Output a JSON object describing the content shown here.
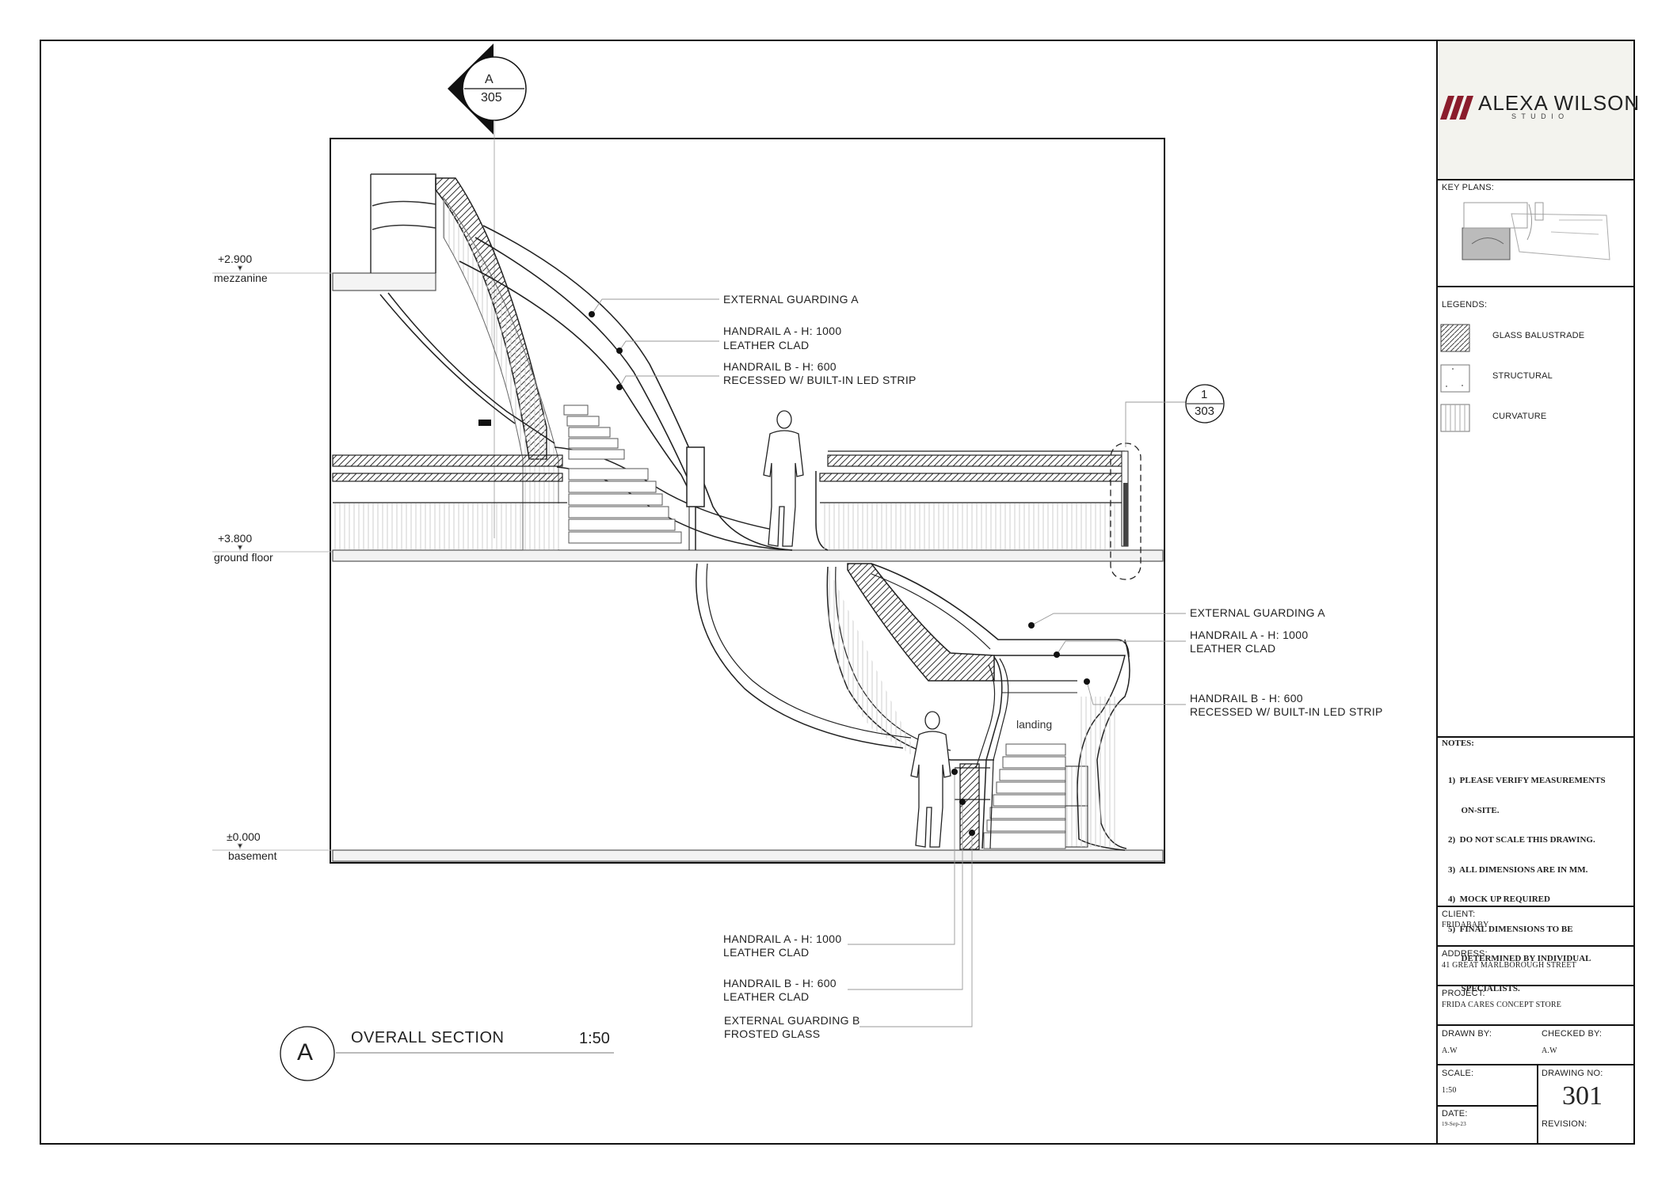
{
  "brand": {
    "name": "ALEXA WILSON",
    "sub": "S T U D I O",
    "accent": "#8b1d2c"
  },
  "section_marker_top": {
    "letter": "A",
    "sheet": "305"
  },
  "detail_marker_right": {
    "number": "1",
    "sheet": "303"
  },
  "levels": [
    {
      "value": "+2.900",
      "name": "mezzanine"
    },
    {
      "value": "+3.800",
      "name": "ground floor"
    },
    {
      "value": "±0.000",
      "name": "basement"
    }
  ],
  "callouts_upper": {
    "c1": "EXTERNAL GUARDING A",
    "c2a": "HANDRAIL A - H: 1000",
    "c2b": "LEATHER CLAD",
    "c3a": "HANDRAIL B - H: 600",
    "c3b": "RECESSED W/ BUILT-IN LED STRIP"
  },
  "callouts_lower_right": {
    "c1": "EXTERNAL GUARDING A",
    "c2a": "HANDRAIL A - H: 1000",
    "c2b": "LEATHER CLAD",
    "c3a": "HANDRAIL B - H: 600",
    "c3b": "RECESSED W/ BUILT-IN LED STRIP"
  },
  "callouts_bottom": {
    "c1a": "HANDRAIL A - H: 1000",
    "c1b": "LEATHER CLAD",
    "c2a": "HANDRAIL B - H: 600",
    "c2b": "LEATHER CLAD",
    "c3a": "EXTERNAL GUARDING B",
    "c3b": "FROSTED GLASS"
  },
  "landing_label": "landing",
  "drawing_title": {
    "letter": "A",
    "title": "OVERALL SECTION",
    "scale": "1:50"
  },
  "title_block": {
    "key_plans_label": "KEY PLANS:",
    "legends_label": "LEGENDS:",
    "legends": [
      "GLASS BALUSTRADE",
      "STRUCTURAL",
      "CURVATURE"
    ],
    "notes_label": "NOTES:",
    "notes": [
      "1)  PLEASE VERIFY MEASUREMENTS",
      "      ON-SITE.",
      "2)  DO NOT SCALE THIS DRAWING.",
      "3)  ALL DIMENSIONS ARE IN MM.",
      "4)  MOCK UP REQUIRED",
      "5)  FINAL DIMENSIONS TO BE",
      "      DETERMINED BY INDIVIDUAL",
      "      SPECIALISTS."
    ],
    "client_label": "CLIENT:",
    "client": "FRIDABABY",
    "address_label": "ADDRESS:",
    "address": "41 GREAT MARLBOROUGH STREET",
    "project_label": "PROJECT:",
    "project": "FRIDA CARES CONCEPT STORE",
    "drawn_by_label": "DRAWN BY:",
    "drawn_by": "A.W",
    "checked_by_label": "CHECKED BY:",
    "checked_by": "A.W",
    "scale_label": "SCALE:",
    "scale": "1:50",
    "drawing_no_label": "DRAWING NO:",
    "drawing_no": "301",
    "date_label": "DATE:",
    "date": "19-Sep-23",
    "revision_label": "REVISION:"
  }
}
